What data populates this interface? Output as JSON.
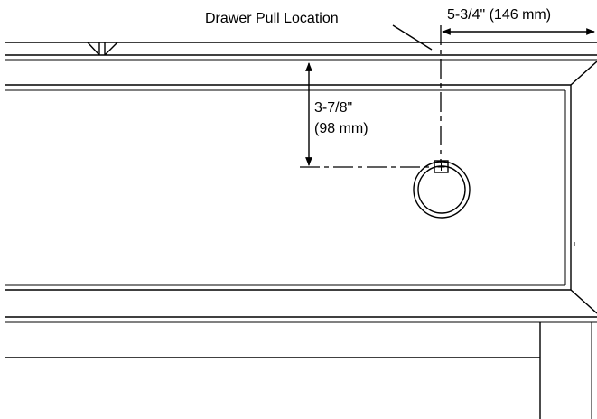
{
  "labels": {
    "pull_location": "Drawer Pull Location",
    "horizontal_dimension": "5-3/4\" (146 mm)",
    "vertical_dimension_imperial": "3-7/8\"",
    "vertical_dimension_metric": "(98 mm)"
  }
}
